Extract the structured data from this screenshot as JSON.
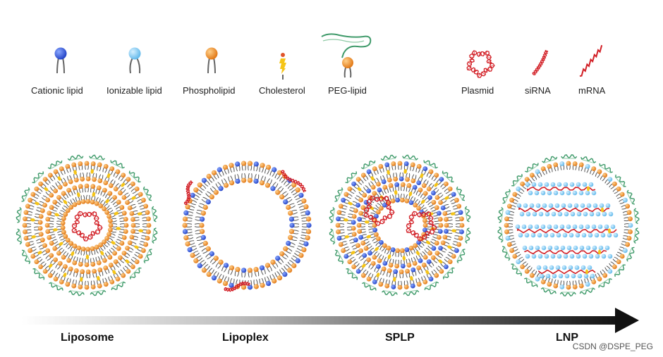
{
  "legend": {
    "lipids": [
      {
        "label": "Cationic lipid",
        "head_color": "#2a4fd6",
        "icon": "cationic-lipid-icon"
      },
      {
        "label": "Ionizable lipid",
        "head_color": "#7cc8f2",
        "icon": "ionizable-lipid-icon"
      },
      {
        "label": "Phospholipid",
        "head_color": "#f08a24",
        "icon": "phospholipid-icon"
      },
      {
        "label": "Cholesterol",
        "head_color": "#f5c518",
        "icon": "cholesterol-icon"
      },
      {
        "label": "PEG-lipid",
        "head_color": "#f08a24",
        "icon": "peg-lipid-icon"
      }
    ],
    "nucleic_acids": [
      {
        "label": "Plasmid",
        "icon": "plasmid-icon"
      },
      {
        "label": "siRNA",
        "icon": "sirna-icon"
      },
      {
        "label": "mRNA",
        "icon": "mrna-icon"
      }
    ]
  },
  "stages": [
    {
      "label": "Liposome"
    },
    {
      "label": "Lipoplex"
    },
    {
      "label": "SPLP"
    },
    {
      "label": "LNP"
    }
  ],
  "watermark": "CSDN @DSPE_PEG",
  "colors": {
    "phospholipid": "#f08a24",
    "cationic": "#2a4fd6",
    "ionizable": "#7cc8f2",
    "cholesterol": "#f5c518",
    "peg": "#3f9a6a",
    "nucleic_acid": "#d21f26",
    "tail": "#555555"
  }
}
